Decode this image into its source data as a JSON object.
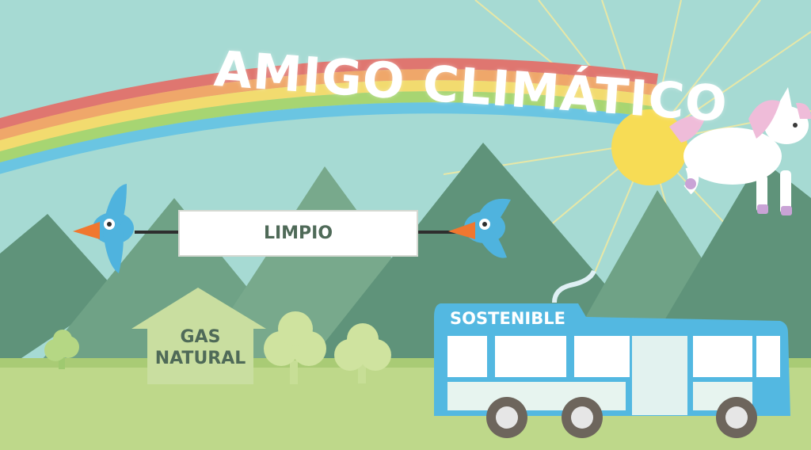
{
  "scene": {
    "title": "AMIGO CLIMÁTICO",
    "banner_text": "LIMPIO",
    "house_label": "GAS NATURAL",
    "bus_label": "SOSTENIBLE"
  },
  "icons": [
    "rainbow",
    "sun",
    "unicorn",
    "bird-left",
    "bird-right",
    "house",
    "bus",
    "tree"
  ],
  "colors": {
    "sky": "#a6dad3",
    "mountain_dark": "#5f937a",
    "mountain_light": "#78a98c",
    "grass": "#bed88a",
    "bus_blue": "#53b8e1",
    "sun": "#f7dc55",
    "unicorn_mane": "#efbcd9",
    "text_green": "#4f6a58"
  }
}
